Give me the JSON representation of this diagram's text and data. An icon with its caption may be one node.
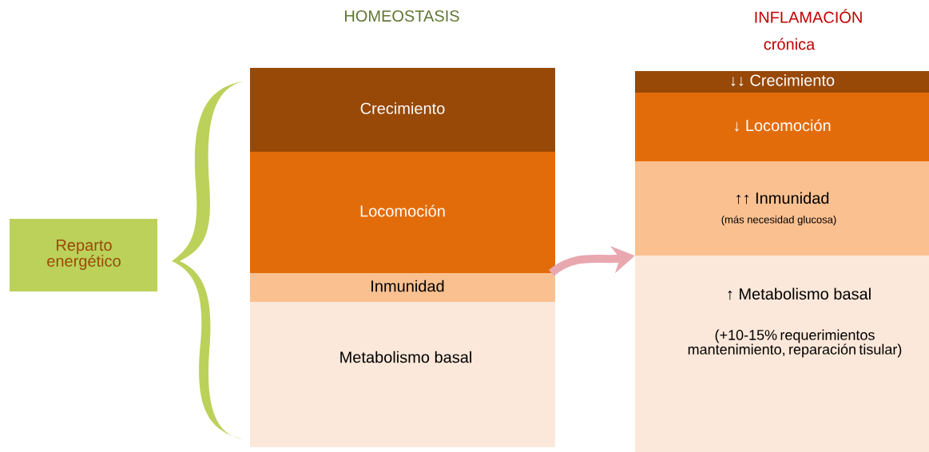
{
  "diagram": {
    "nodes": [
      {
        "text": [
          "Reparto energético"
        ]
      },
      {
        "text": [
          "Crecimiento"
        ]
      },
      {
        "text": [
          "Locomoción"
        ]
      },
      {
        "text": [
          "Inmunidad"
        ]
      },
      {
        "text": [
          "Metabolismo basal"
        ]
      },
      {
        "text": [
          "↓↓ Crecimiento"
        ]
      },
      {
        "text": [
          "↓ Locomoción"
        ]
      },
      {
        "text": [
          "↑↑ Inmunidad",
          "(más necesidad glucosa)"
        ]
      },
      {
        "text": [
          "↑ Metabolismo basal",
          "(+10-15% requerimientos mantenimiento, reparación tisular)"
        ]
      }
    ],
    "edges": [
      {
        "from": 3,
        "to": 7,
        "arrow": "to",
        "color": "#e9a7b0"
      }
    ],
    "labels": [
      "HOMEOSTASIS",
      "INFLAMACIÓN",
      "crónica"
    ]
  }
}
